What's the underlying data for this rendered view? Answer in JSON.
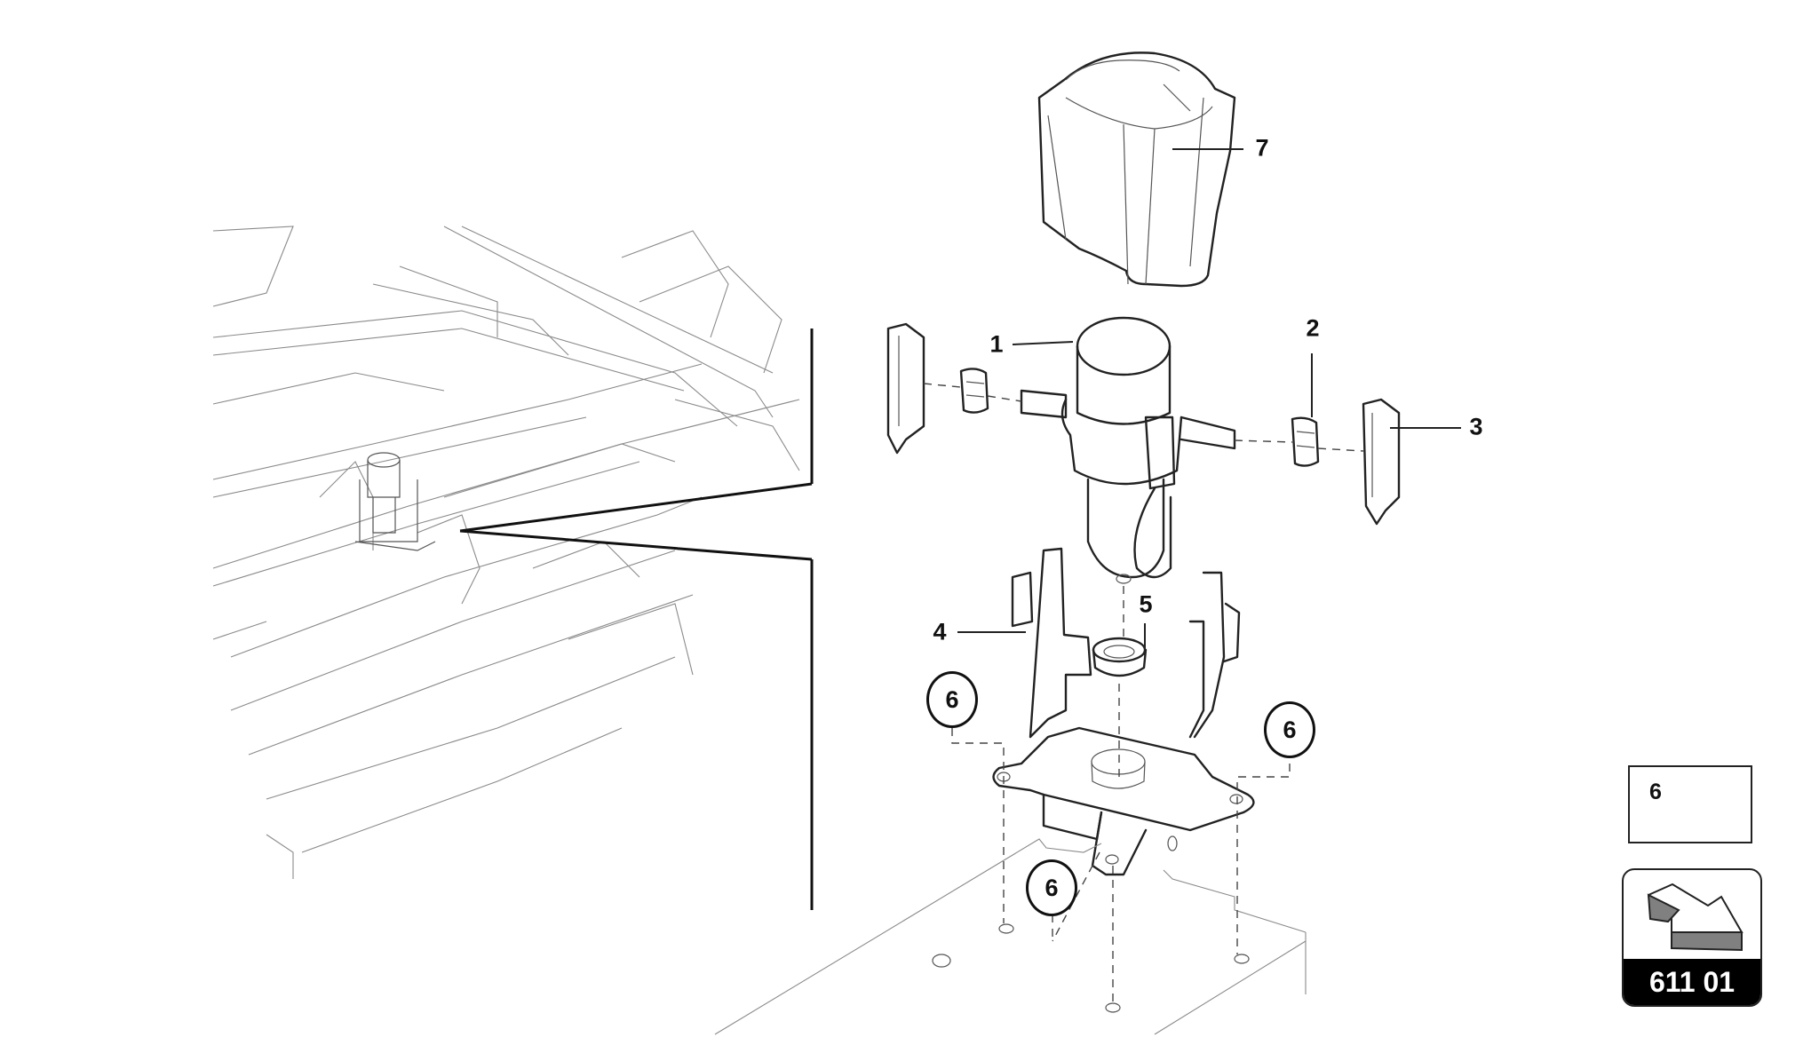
{
  "diagram": {
    "type": "exploded parts diagram",
    "subject": "electric vacuum pump assembly with mounting bracket",
    "detail_view": "chassis location overview with zoom leader lines"
  },
  "callouts": [
    {
      "id": "1",
      "label": "1",
      "part": "vacuum pump"
    },
    {
      "id": "2",
      "label": "2",
      "part": "rubber damper"
    },
    {
      "id": "3",
      "label": "3",
      "part": "retaining clip"
    },
    {
      "id": "4",
      "label": "4",
      "part": "mounting bracket"
    },
    {
      "id": "5",
      "label": "5",
      "part": "grommet"
    },
    {
      "id": "7",
      "label": "7",
      "part": "cover / sleeve"
    }
  ],
  "circled_callouts": [
    {
      "label": "6",
      "position": "bracket-left"
    },
    {
      "label": "6",
      "position": "bracket-right"
    },
    {
      "label": "6",
      "position": "bracket-bottom"
    }
  ],
  "legend": {
    "screw_item": "6",
    "screw_icon": "screw-icon"
  },
  "reference_badge": {
    "icon": "arrow-reference-icon",
    "code": "611 01"
  },
  "colors": {
    "line": "#222222",
    "badge_bg": "#000000",
    "badge_text": "#ffffff",
    "arrow_shade": "#808080"
  }
}
